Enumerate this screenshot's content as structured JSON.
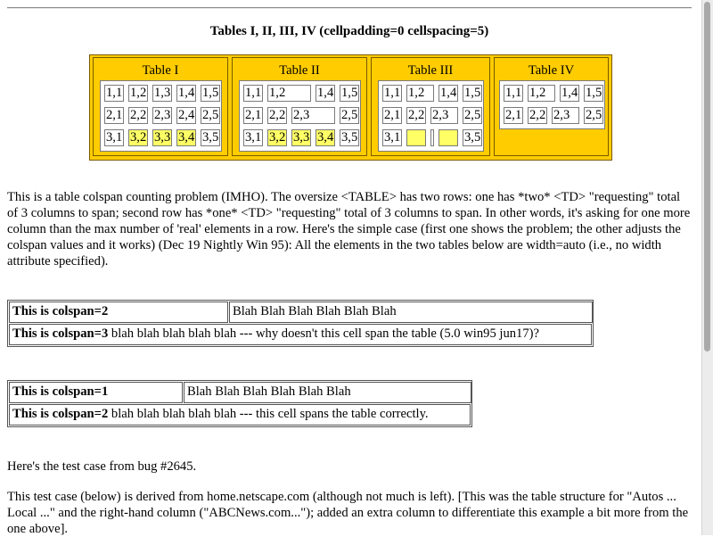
{
  "title": "Tables I, II, III, IV (cellpadding=0 cellspacing=5)",
  "tables": [
    {
      "caption": "Table I",
      "rows": [
        [
          "1,1",
          "1,2",
          "1,3",
          "1,4",
          "1,5"
        ],
        [
          "2,1",
          "2,2",
          "2,3",
          "2,4",
          "2,5"
        ],
        [
          "3,1",
          "3,2",
          "3,3",
          "3,4",
          "3,5"
        ]
      ]
    },
    {
      "caption": "Table II",
      "rows": [
        [
          "1,1",
          "1,2",
          "1,4",
          "1,5"
        ],
        [
          "2,1",
          "2,2",
          "2,3",
          "2,5"
        ],
        [
          "3,1",
          "3,2",
          "3,3",
          "3,4",
          "3,5"
        ]
      ]
    },
    {
      "caption": "Table III",
      "rows": [
        [
          "1,1",
          "1,2",
          "1,4",
          "1,5"
        ],
        [
          "2,1",
          "2,2",
          "2,3",
          "2,5"
        ],
        [
          "3,1",
          "",
          "",
          "3,5"
        ]
      ]
    },
    {
      "caption": "Table IV",
      "rows": [
        [
          "1,1",
          "1,2",
          "1,4",
          "1,5"
        ],
        [
          "2,1",
          "2,2",
          "2,3",
          "2,5"
        ]
      ]
    }
  ],
  "para1": "This is a table colspan counting problem (IMHO). The oversize <TABLE> has two rows: one has *two* <TD> \"requesting\" total of 3 columns to span; second row has *one* <TD> \"requesting\" total of 3 columns to span. In other words, it's asking for one more column than the max number of 'real' elements in a row. Here's the simple case (first one shows the problem; the other adjusts the colspan values and it works) (Dec 19 Nightly Win 95): All the elements in the two tables below are width=auto (i.e., no width attribute specified).",
  "example1": {
    "row1_bold": "This is colspan=2",
    "row1_right": "Blah Blah Blah Blah Blah Blah",
    "row2_bold": "This is colspan=3",
    "row2_rest": " blah blah blah blah blah --- why doesn't this cell span the table (5.0 win95 jun17)?"
  },
  "example2": {
    "row1_bold": "This is colspan=1",
    "row1_right": "Blah Blah Blah Blah Blah Blah",
    "row2_bold": "This is colspan=2",
    "row2_rest": " blah blah blah blah blah --- this cell spans the table correctly."
  },
  "para2": "Here's the test case from bug #2645.",
  "para3": "This test case (below) is derived from home.netscape.com (although not much is left). [This was the table structure for \"Autos ... Local ...\" and the right-hand column (\"ABCNews.com...\"); added an extra column to differentiate this example a bit more from the one above]."
}
